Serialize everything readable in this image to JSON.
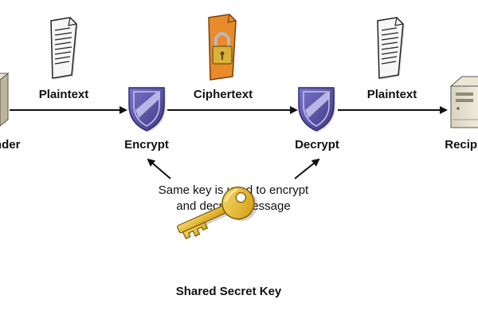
{
  "labels": {
    "sender": "Sender",
    "recipient": "Recipient",
    "plaintext_left": "Plaintext",
    "ciphertext": "Ciphertext",
    "plaintext_right": "Plaintext",
    "encrypt": "Encrypt",
    "decrypt": "Decrypt",
    "note_line1": "Same key is used to encrypt",
    "note_line2": "and decrypt message",
    "key": "Shared Secret Key"
  },
  "icons": {
    "sender": "computer-tower-icon",
    "recipient": "server-tower-icon",
    "plaintext_doc": "document-icon",
    "ciphertext_doc": "locked-document-icon",
    "encrypt": "shield-icon",
    "decrypt": "shield-icon",
    "key": "key-icon"
  },
  "colors": {
    "shield": "#5b54a8",
    "shield_highlight": "#c9c5ee",
    "key": "#e6b81c",
    "locked_doc": "#e98a2b",
    "padlock": "#d8b13a",
    "arrow": "#111111"
  }
}
